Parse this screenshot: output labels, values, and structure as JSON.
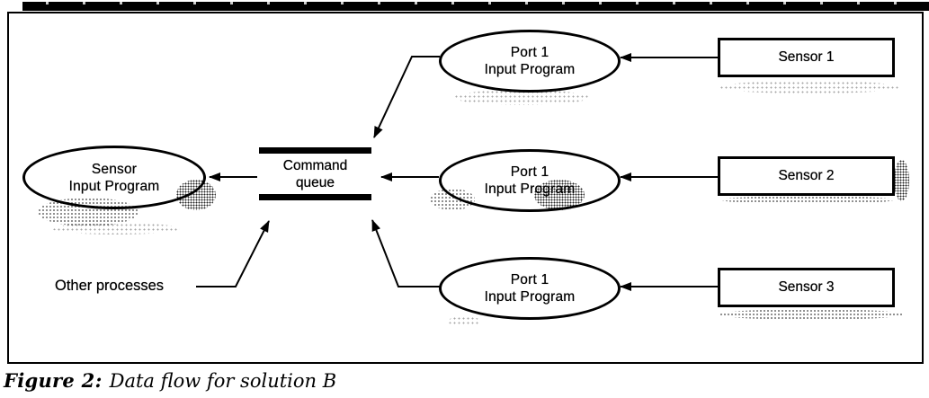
{
  "figure": {
    "caption_prefix": "Figure 2:",
    "caption_text": "Data flow for solution B"
  },
  "nodes": {
    "sensor_input_program": {
      "line1": "Sensor",
      "line2": "Input Program"
    },
    "command_queue": {
      "line1": "Command",
      "line2": "queue"
    },
    "other_processes": "Other processes",
    "ports": [
      {
        "line1": "Port 1",
        "line2": "Input Program"
      },
      {
        "line1": "Port 1",
        "line2": "Input Program"
      },
      {
        "line1": "Port 1",
        "line2": "Input Program"
      }
    ],
    "sensors": [
      {
        "label": "Sensor 1"
      },
      {
        "label": "Sensor 2"
      },
      {
        "label": "Sensor 3"
      }
    ]
  },
  "edges": [
    {
      "from": "sensor-1",
      "to": "port-program-top"
    },
    {
      "from": "sensor-2",
      "to": "port-program-middle"
    },
    {
      "from": "sensor-3",
      "to": "port-program-bottom"
    },
    {
      "from": "port-program-top",
      "to": "command-queue"
    },
    {
      "from": "port-program-middle",
      "to": "command-queue"
    },
    {
      "from": "port-program-bottom",
      "to": "command-queue"
    },
    {
      "from": "command-queue",
      "to": "sensor-input-program"
    },
    {
      "from": "other-processes",
      "to": "command-queue"
    }
  ],
  "colors": {
    "ink": "#000000",
    "background": "#ffffff"
  }
}
